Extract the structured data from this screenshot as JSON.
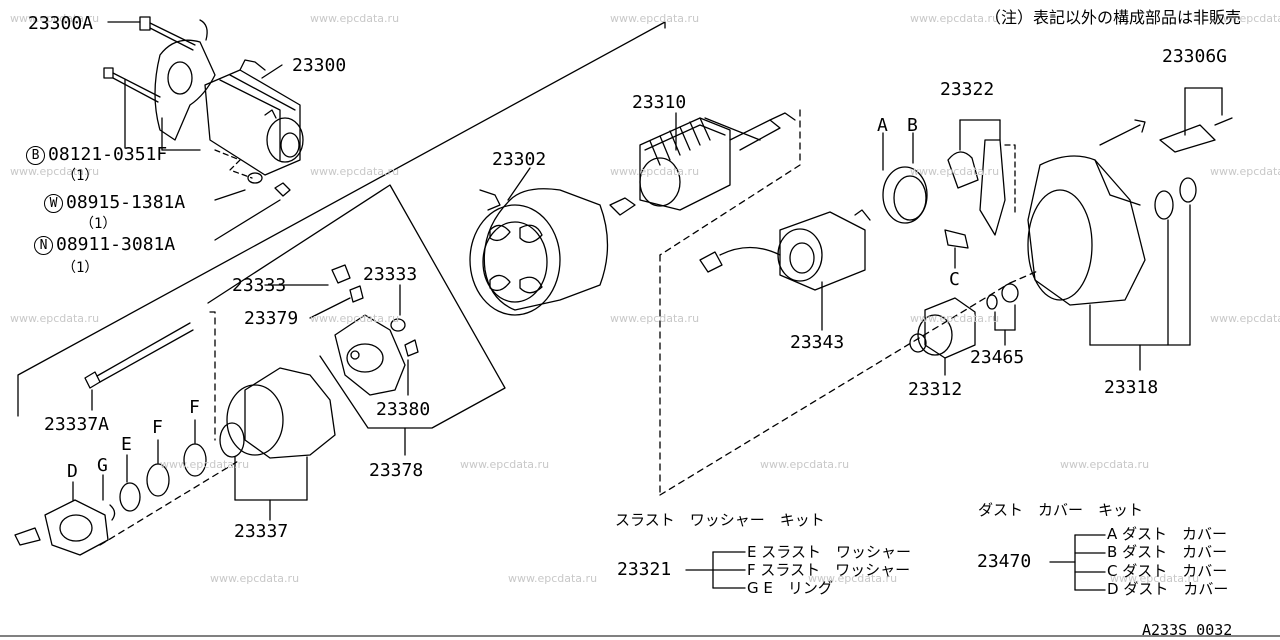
{
  "note": "（注）表記以外の構成部品は非販売",
  "diagram_id": "A233S 0032",
  "watermarks": [
    "www.epcdata.ru",
    "www.epcdata.ru",
    "www.epcdata.ru",
    "www.epcdata.ru",
    "www.epcdata.ru",
    "www.epcdata.ru",
    "www.epcdata.ru",
    "www.epcdata.ru",
    "www.epcdata.ru",
    "www.epcdata.ru",
    "www.epcdata.ru",
    "www.epcdata.ru",
    "www.epcdata.ru",
    "www.epcdata.ru",
    "www.epcdata.ru",
    "www.epcdata.ru",
    "www.epcdata.ru",
    "www.epcdata.ru",
    "www.epcdata.ru",
    "www.epcdata.ru",
    "www.epcdata.ru",
    "www.epcdata.ru",
    "www.epcdata.ru"
  ],
  "parts": {
    "p23300A": "23300A",
    "p23300": "23300",
    "p08121": "08121-0351F",
    "p08121_qty": "（1）",
    "p08915": "08915-1381A",
    "p08915_qty": "（1）",
    "p08911": "08911-3081A",
    "p08911_qty": "（1）",
    "p23310": "23310",
    "p23302": "23302",
    "p23322": "23322",
    "p23306G": "23306G",
    "p23333a": "23333",
    "p23333b": "23333",
    "p23379": "23379",
    "p23380": "23380",
    "p23378": "23378",
    "p23337A": "23337A",
    "p23337": "23337",
    "p23343": "23343",
    "p23312": "23312",
    "p23465": "23465",
    "p23318": "23318"
  },
  "markers": {
    "B": "B",
    "W": "W",
    "N": "N",
    "A": "A",
    "B2": "B",
    "C": "C",
    "D": "D",
    "G": "G",
    "E": "E",
    "F1": "F",
    "F2": "F"
  },
  "thrust_kit": {
    "title": "スラスト　ワッシャー　キット",
    "part": "23321",
    "items": [
      {
        "letter": "E",
        "name": "スラスト　ワッシャー"
      },
      {
        "letter": "F",
        "name": "スラスト　ワッシャー"
      },
      {
        "letter": "G",
        "name": "E　リング"
      }
    ]
  },
  "dust_kit": {
    "title": "ダスト　カバー　キット",
    "part": "23470",
    "items": [
      {
        "letter": "A",
        "name": "ダスト　カバー"
      },
      {
        "letter": "B",
        "name": "ダスト　カバー"
      },
      {
        "letter": "C",
        "name": "ダスト　カバー"
      },
      {
        "letter": "D",
        "name": "ダスト　カバー"
      }
    ]
  }
}
